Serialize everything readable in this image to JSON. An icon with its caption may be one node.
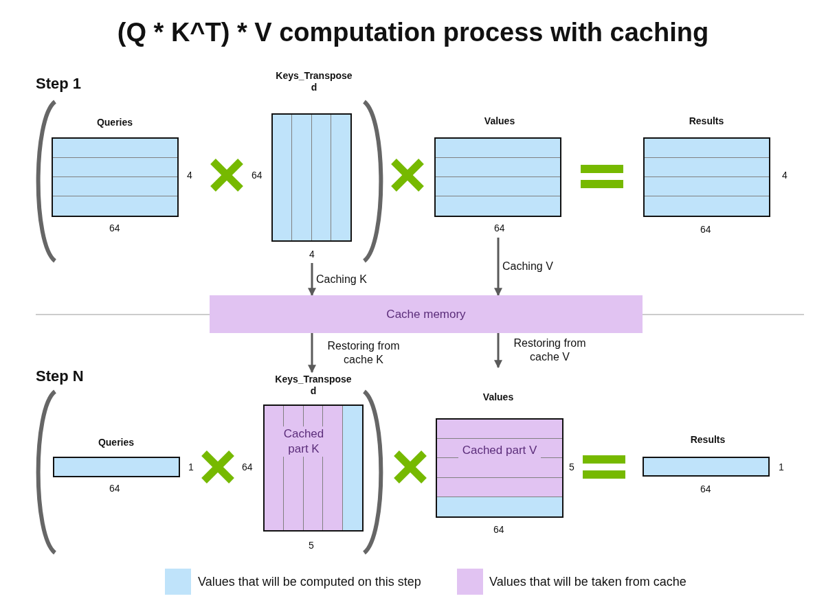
{
  "diagram": {
    "title": "(Q * K^T) * V computation process with caching",
    "nodes": [
      {
        "text": [
          "Queries"
        ],
        "beside": [
          "4",
          "64"
        ]
      },
      {
        "text": [
          "Keys_Transposed"
        ],
        "beside": [
          "64",
          "4"
        ]
      },
      {
        "text": [
          "Values"
        ],
        "beside": [
          "64"
        ]
      },
      {
        "text": [
          "Results"
        ],
        "beside": [
          "4",
          "64"
        ]
      },
      {
        "text": [
          "Cache memory"
        ]
      },
      {
        "text": [
          "Queries"
        ],
        "beside": [
          "1",
          "64"
        ]
      },
      {
        "text": [
          "Keys_Transposed",
          "Cached part K"
        ],
        "beside": [
          "64",
          "5"
        ]
      },
      {
        "text": [
          "Values",
          "Cached part V"
        ],
        "beside": [
          "5",
          "64"
        ]
      },
      {
        "text": [
          "Results"
        ],
        "beside": [
          "1",
          "64"
        ]
      }
    ],
    "edges": [
      {
        "from": 1,
        "to": 4,
        "arrow": "to",
        "label": "Caching K"
      },
      {
        "from": 2,
        "to": 4,
        "arrow": "to",
        "label": "Caching V"
      },
      {
        "from": 4,
        "to": 6,
        "arrow": "to",
        "label": "Restoring from cache K"
      },
      {
        "from": 4,
        "to": 7,
        "arrow": "to",
        "label": "Restoring from cache V"
      }
    ],
    "labels": [
      "Step 1",
      "Step N"
    ],
    "legend": [
      {
        "text": "Values that will be computed on this step",
        "color": "#bfe3fa"
      },
      {
        "text": "Values that will be taken from cache",
        "color": "#e1c3f2"
      }
    ]
  }
}
